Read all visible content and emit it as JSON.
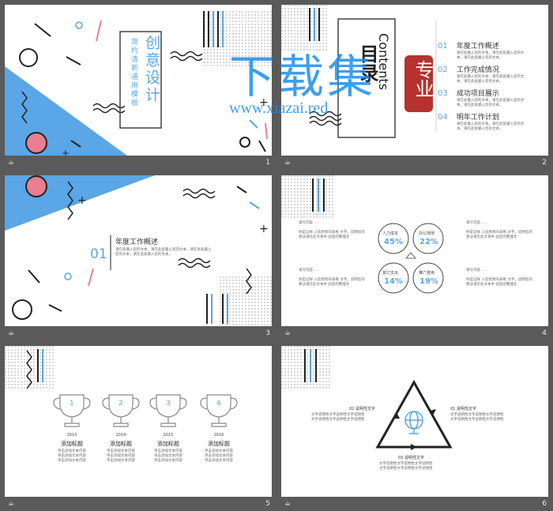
{
  "colors": {
    "bg": "#5a5a5a",
    "blue": "#5aa6e6",
    "pink": "#e87f91",
    "dark": "#222222",
    "red": "#b5322e"
  },
  "slides": [
    {
      "num": "1",
      "icon": "☕"
    },
    {
      "num": "2",
      "icon": "☕"
    },
    {
      "num": "3",
      "icon": "☕"
    },
    {
      "num": "4",
      "icon": "☕"
    },
    {
      "num": "5",
      "icon": "☕"
    },
    {
      "num": "6",
      "icon": "☕"
    }
  ],
  "s1": {
    "title": "创意设计",
    "subtitle": "简约清新通用模板"
  },
  "s2": {
    "contents_cn": "目录",
    "contents_en": "Contents",
    "items": [
      {
        "num": "01",
        "title": "年度工作概述",
        "desc1": "请在此输入您的文本，请在此处输入您的文",
        "desc2": "本。请在此处输入您的文本。"
      },
      {
        "num": "02",
        "title": "工作完成情况",
        "desc1": "请在此输入您的文本，请在此处输入您的文",
        "desc2": "本。请在此处输入您的文本。"
      },
      {
        "num": "03",
        "title": "成功项目展示",
        "desc1": "请在此输入您的文本，请在此处输入您的文",
        "desc2": "本。请在此处输入您的文本。"
      },
      {
        "num": "04",
        "title": "明年工作计划",
        "desc1": "请在此输入您的文本，请在此处输入您的文",
        "desc2": "本。请在此处输入您的文本。"
      }
    ]
  },
  "watermark": {
    "big": "下载集",
    "url": "www.xiazai.red",
    "seal": "专业"
  },
  "s3": {
    "num": "01",
    "title": "年度工作概述",
    "desc1": "请在此输入您的文本，请在此处输入您的文本，请在此处输入",
    "desc2": "您的文本。请在此处输入您的文本。"
  },
  "s4": {
    "blocks": [
      {
        "head": "请写内容……",
        "l1": "你是这样 入您想到的表格 文字，说明您的",
        "l2": "想法请在此文本中 此后的整理文"
      },
      {
        "head": "请写内容……",
        "l1": "你是这样 入您想到的表格 文字，说明您的",
        "l2": "想法请在此文本中 此后的整理文"
      },
      {
        "head": "请写内容……",
        "l1": "你是这样 入您想到的表格 文字，说明您的",
        "l2": "想法请在此文本中 此后的整理文"
      },
      {
        "head": "请写内容……",
        "l1": "你是这样 入您想到的表格 文字，说明您的",
        "l2": "想法请在此文本中 此后的整理文"
      }
    ],
    "bubbles": [
      {
        "label": "人力成本",
        "value": "45%"
      },
      {
        "label": "办公场地",
        "value": "22%"
      },
      {
        "label": "其它支出",
        "value": "14%"
      },
      {
        "label": "推广费用",
        "value": "19%"
      }
    ]
  },
  "s5": {
    "items": [
      {
        "n": "1",
        "year": "2013",
        "title": "添加标题",
        "t1": "单击添加文本内容",
        "t2": "单击添加文本内容",
        "t3": "单击添加文本内容"
      },
      {
        "n": "2",
        "year": "2014",
        "title": "添加标题",
        "t1": "单击添加文本内容",
        "t2": "单击添加文本内容",
        "t3": "单击添加文本内容"
      },
      {
        "n": "3",
        "year": "2015",
        "title": "添加标题",
        "t1": "单击添加文本内容",
        "t2": "单击添加文本内容",
        "t3": "单击添加文本内容"
      },
      {
        "n": "4",
        "year": "2016",
        "title": "添加标题",
        "t1": "单击添加文本内容",
        "t2": "单击添加文本内容",
        "t3": "单击添加文本内容"
      }
    ]
  },
  "s6": {
    "l01": "01 说明性文字",
    "l02": "02 说明性文字",
    "l03": "03 说明性文字",
    "t": "文字说明性文字说明性文字说明性"
  }
}
